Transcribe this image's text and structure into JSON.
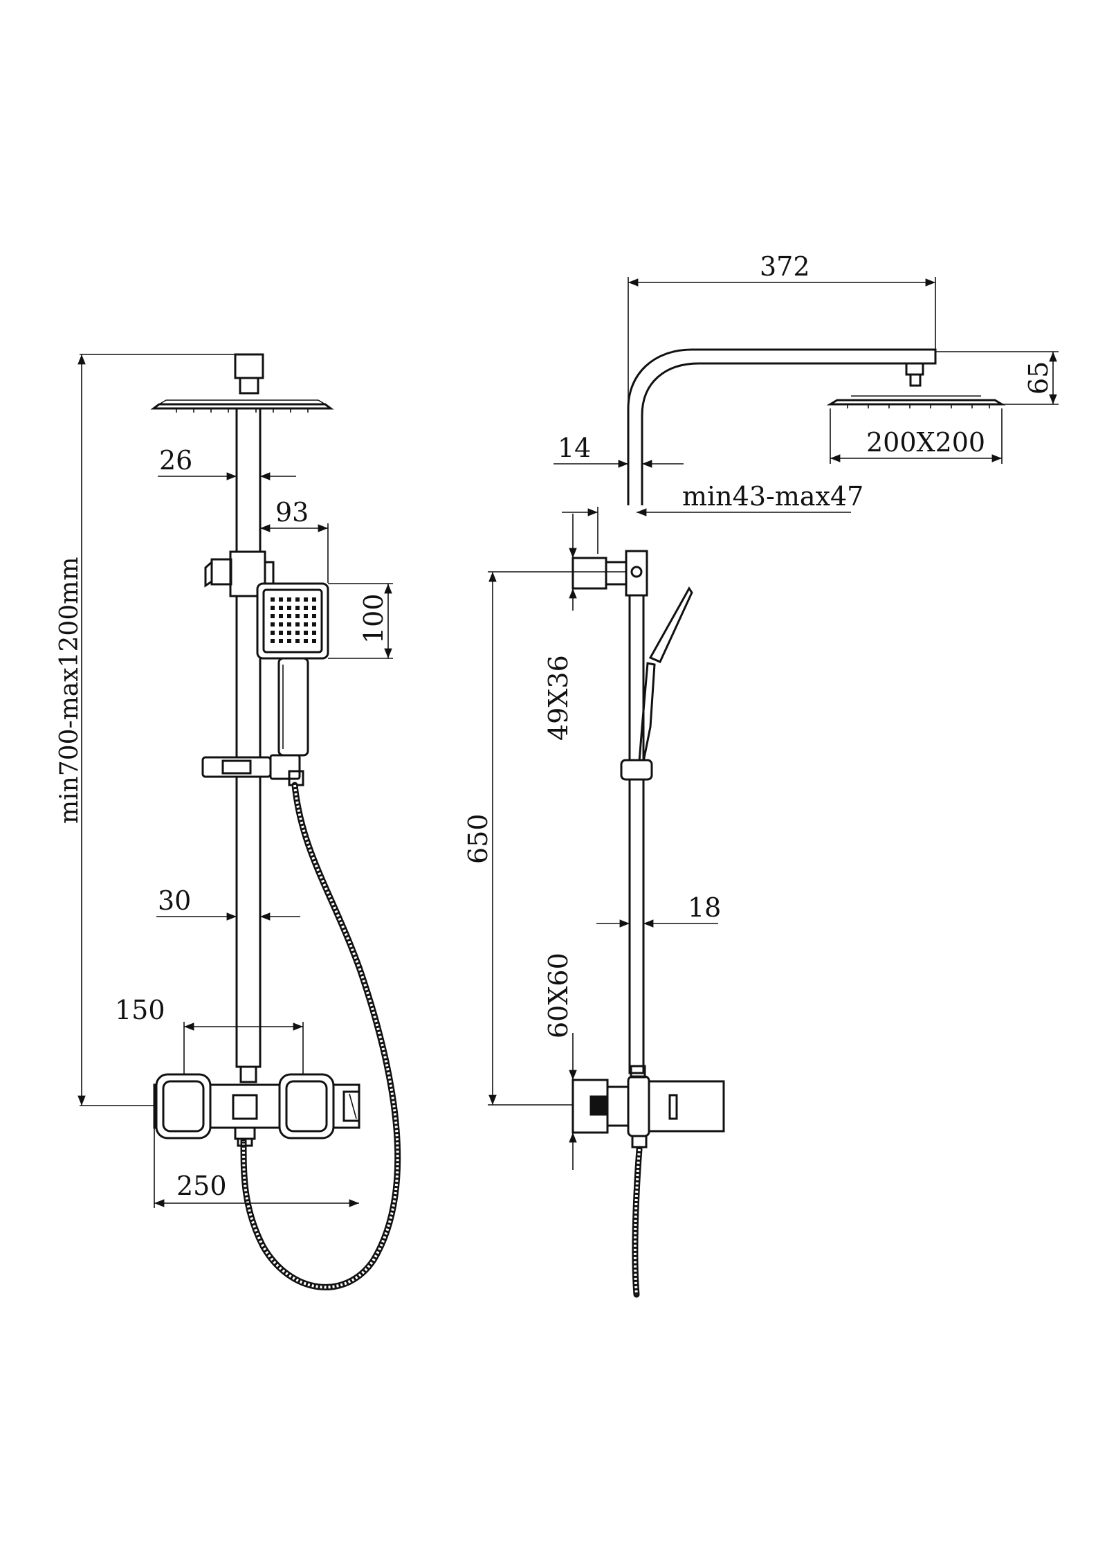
{
  "front_view": {
    "height_range": "min700-max1200mm",
    "dims": {
      "top_pipe": "26",
      "handset_head_width": "93",
      "handset_head_height": "100",
      "riser_diameter": "30",
      "inlet_centers": "150",
      "mixer_length": "250"
    }
  },
  "side_view": {
    "dims": {
      "arm_reach": "372",
      "head_offset": "65",
      "head_size": "200X200",
      "arm_tube": "14",
      "wall_distance": "min43-max47",
      "bracket_size": "49X36",
      "rail_height": "650",
      "rail_diameter": "18",
      "flange_size": "60X60"
    }
  },
  "colors": {
    "line": "#111111",
    "background": "#ffffff"
  }
}
